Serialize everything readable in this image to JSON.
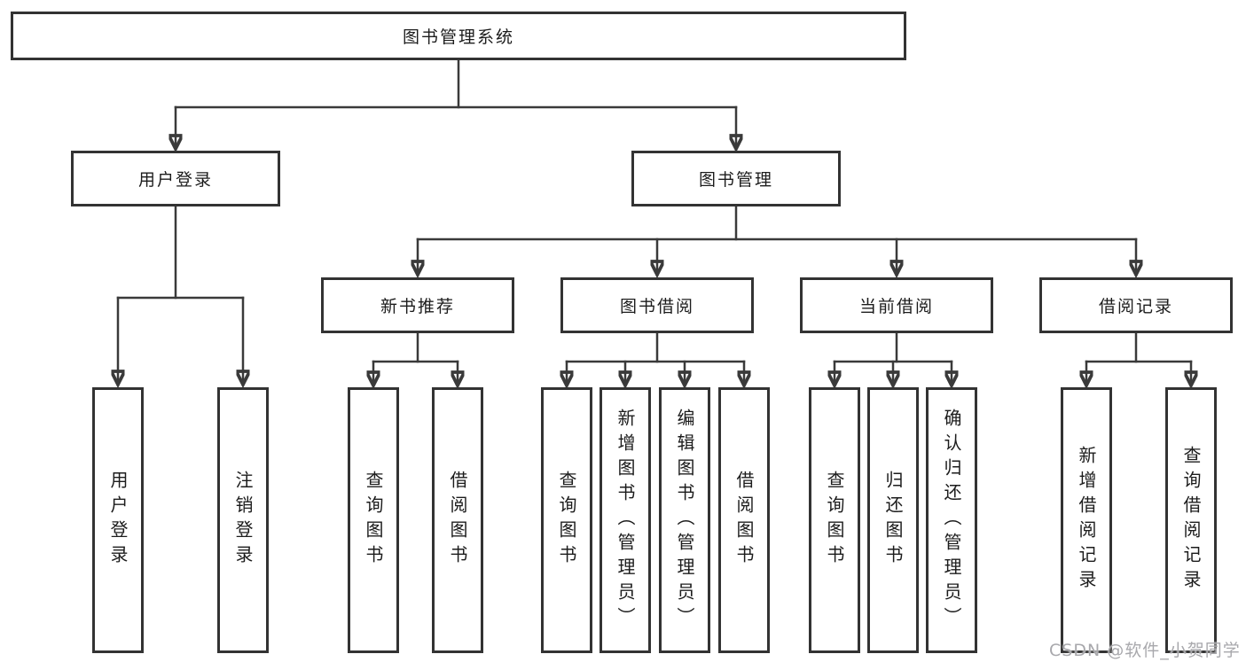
{
  "tree": {
    "label": "图书管理系统",
    "children": [
      {
        "label": "用户登录",
        "children": [
          {
            "label": "用户登录"
          },
          {
            "label": "注销登录"
          }
        ]
      },
      {
        "label": "图书管理",
        "children": [
          {
            "label": "新书推荐",
            "children": [
              {
                "label": "查询图书"
              },
              {
                "label": "借阅图书"
              }
            ]
          },
          {
            "label": "图书借阅",
            "children": [
              {
                "label": "查询图书"
              },
              {
                "label": "新增图书（管理员）"
              },
              {
                "label": "编辑图书（管理员）"
              },
              {
                "label": "借阅图书"
              }
            ]
          },
          {
            "label": "当前借阅",
            "children": [
              {
                "label": "查询图书"
              },
              {
                "label": "归还图书"
              },
              {
                "label": "确认归还（管理员）"
              }
            ]
          },
          {
            "label": "借阅记录",
            "children": [
              {
                "label": "新增借阅记录"
              },
              {
                "label": "查询借阅记录"
              }
            ]
          }
        ]
      }
    ]
  },
  "watermark": {
    "text": "CSDN @软件_小贺同学"
  },
  "colors": {
    "line": "#3a3a3a",
    "box_border": "#333333",
    "text": "#1c1c1c",
    "watermark": "#a8a8ac",
    "background": "#ffffff"
  }
}
